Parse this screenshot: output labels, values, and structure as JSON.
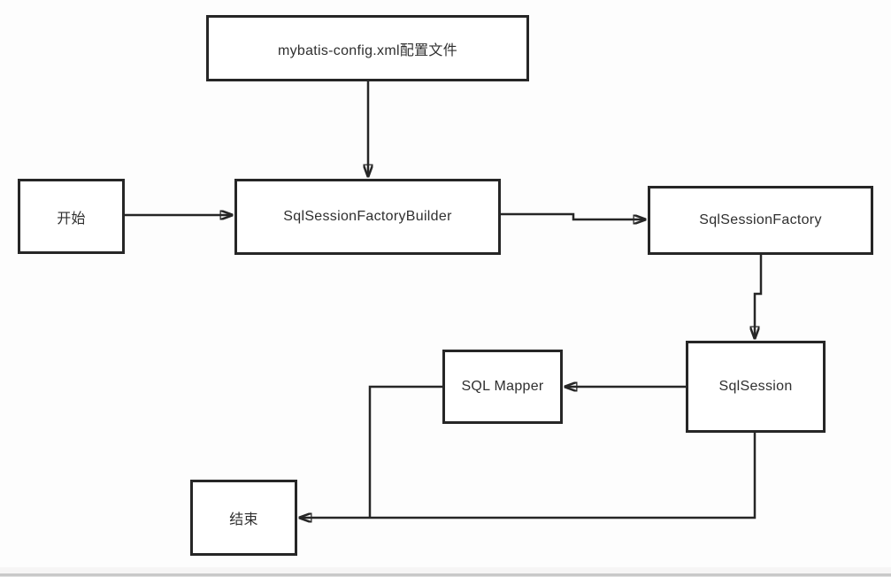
{
  "diagram": {
    "nodes": {
      "config": {
        "label": "mybatis-config.xml配置文件"
      },
      "start": {
        "label": "开始"
      },
      "builder": {
        "label": "SqlSessionFactoryBuilder"
      },
      "factory": {
        "label": "SqlSessionFactory"
      },
      "session": {
        "label": "SqlSession"
      },
      "mapper": {
        "label": "SQL Mapper"
      },
      "end": {
        "label": "结束"
      }
    },
    "edges": [
      {
        "from": "config",
        "to": "builder",
        "style": "arrow"
      },
      {
        "from": "start",
        "to": "builder",
        "style": "arrow"
      },
      {
        "from": "builder",
        "to": "factory",
        "style": "arrow"
      },
      {
        "from": "factory",
        "to": "session",
        "style": "arrow"
      },
      {
        "from": "session",
        "to": "mapper",
        "style": "arrow"
      },
      {
        "from": "mapper",
        "to": "end",
        "style": "merges-into-session-end-line"
      },
      {
        "from": "session",
        "to": "end",
        "style": "arrow"
      }
    ],
    "colors": {
      "line": "#262626",
      "box_border": "#262626",
      "box_fill": "#ffffff",
      "background": "#fdfdfd",
      "text": "#2f2f2f",
      "bottom_bar": "#c9c9c9"
    }
  }
}
